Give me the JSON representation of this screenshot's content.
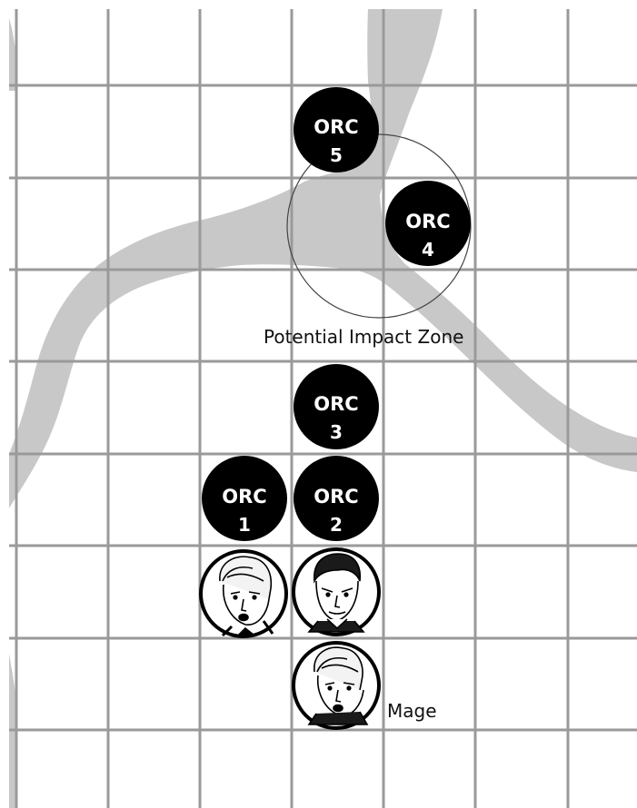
{
  "labels": {
    "impact_zone": "Potential Impact Zone",
    "mage": "Mage"
  },
  "tokens": {
    "orcs": [
      {
        "id": "orc-5",
        "line1": "ORC",
        "line2": "5"
      },
      {
        "id": "orc-4",
        "line1": "ORC",
        "line2": "4"
      },
      {
        "id": "orc-3",
        "line1": "ORC",
        "line2": "3"
      },
      {
        "id": "orc-1",
        "line1": "ORC",
        "line2": "1"
      },
      {
        "id": "orc-2",
        "line1": "ORC",
        "line2": "2"
      }
    ],
    "heroes": [
      {
        "id": "hero-blond-left",
        "icon": "blond-hero-portrait-icon"
      },
      {
        "id": "hero-dark",
        "icon": "dark-haired-hero-portrait-icon"
      },
      {
        "id": "mage",
        "icon": "mage-portrait-icon"
      }
    ]
  },
  "colors": {
    "grid": "#9a9a9a",
    "river": "#c8c8c8",
    "orc_token": "#000000",
    "token_text": "#ffffff"
  }
}
